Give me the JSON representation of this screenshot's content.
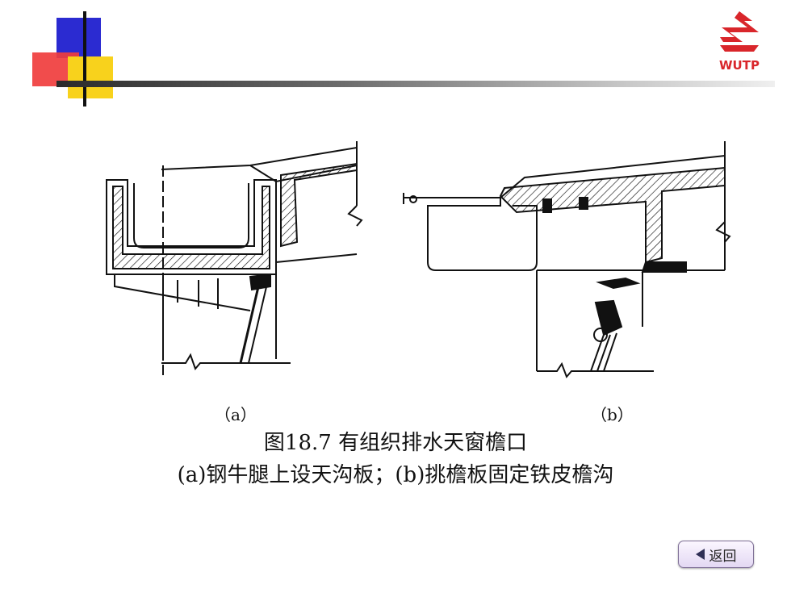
{
  "header": {
    "logo_text": "WUTP",
    "colors": {
      "blue": "#2b2bd1",
      "red": "#f03d3d",
      "yellow": "#f8d21c",
      "logo": "#d9262b"
    }
  },
  "figure": {
    "label_a": "（a）",
    "label_b": "（b）"
  },
  "caption": {
    "title": "图18.7  有组织排水天窗檐口",
    "subtitle": "(a)钢牛腿上设天沟板；(b)挑檐板固定铁皮檐沟"
  },
  "nav": {
    "back_label": "返回",
    "back_icon": "left-triangle-icon"
  }
}
